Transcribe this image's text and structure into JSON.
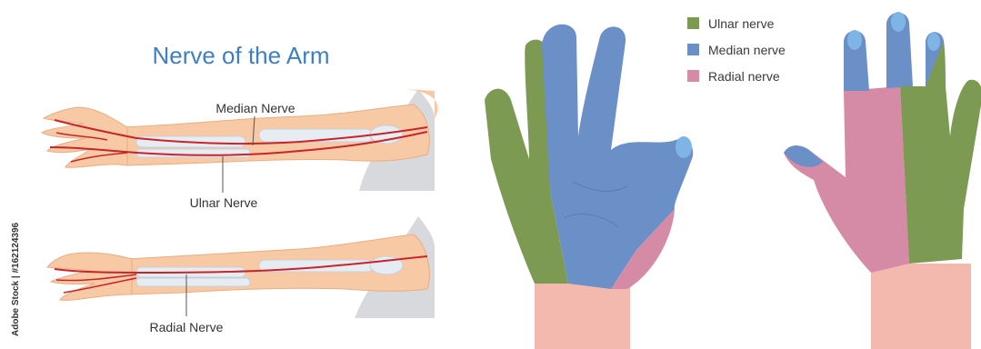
{
  "diagram": {
    "title": "Nerve of the Arm",
    "labels": {
      "median": "Median Nerve",
      "ulnar": "Ulnar Nerve",
      "radial": "Radial Nerve"
    },
    "credit": "Adobe Stock | #162124396"
  },
  "legend": {
    "items": [
      {
        "label": "Ulnar nerve",
        "color": "#7c9a52"
      },
      {
        "label": "Median nerve",
        "color": "#6b8fc7"
      },
      {
        "label": "Radial nerve",
        "color": "#d58aa6"
      }
    ]
  },
  "colors": {
    "title": "#3f7fbf",
    "skin": "#f7c9a4",
    "skin_dark": "#e9ad82",
    "bone": "#e6ecf2",
    "nerve": "#c8242a",
    "wrist": "#f3b8ae",
    "ulnar_area": "#7c9a52",
    "median_area": "#6b8fc7",
    "radial_area": "#d58aa6"
  }
}
